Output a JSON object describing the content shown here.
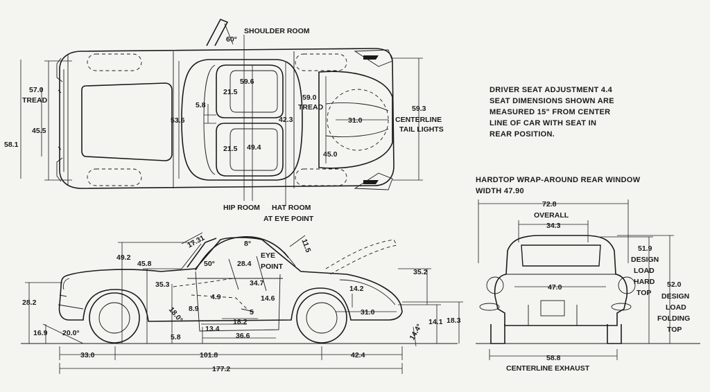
{
  "notes": {
    "driver_seat": [
      "DRIVER SEAT ADJUSTMENT 4.4",
      "SEAT DIMENSIONS SHOWN ARE",
      "MEASURED 15\" FROM CENTER",
      "LINE OF CAR WITH SEAT IN",
      "REAR POSITION."
    ],
    "hardtop": [
      "HARDTOP WRAP-AROUND REAR WINDOW",
      "WIDTH 47.90"
    ]
  },
  "top_view": {
    "shoulder_room": "SHOULDER ROOM",
    "windshield_angle": "60°",
    "front_tread_value": "57.0",
    "front_tread_label": "TREAD",
    "overall_width": "58.1",
    "inner_width": "45.5",
    "body_width": "53.6",
    "seat_offset": "5.8",
    "seat_width_top": "59.6",
    "seat_depth_top": "21.5",
    "seat_depth_bottom": "21.5",
    "hip_room_value": "49.4",
    "hat_room_value": "42.3",
    "rear_tread_value": "59.0",
    "rear_tread_label": "TREAD",
    "trunk_width": "31.0",
    "trunk_depth": "45.0",
    "tail_lights_value": "59.3",
    "tail_lights_label_1": "CENTERLINE",
    "tail_lights_label_2": "TAIL LIGHTS",
    "hip_room": "HIP ROOM",
    "hat_room_1": "HAT ROOM",
    "hat_room_2": "AT EYE POINT"
  },
  "side_view": {
    "windshield_length": "17.31",
    "top_angle": "8°",
    "windshield_height": "11.5",
    "overall_height": "49.2",
    "cowl_height": "45.8",
    "windshield_angle": "50°",
    "head_room": "28.4",
    "eye_point_1": "EYE",
    "eye_point_2": "POINT",
    "deck_height": "35.2",
    "seat_back": "35.3",
    "eye_line": "34.7",
    "body_height": "28.2",
    "hip_height": "14.6",
    "hip_offset": "4.9",
    "trunk_height": "14.2",
    "knee_height": "8.9",
    "seat_angle": "18.0°",
    "heel_height": "5",
    "seat_depth": "18.2",
    "legroom": "13.4",
    "rear_overhang_width": "31.0",
    "approach_height": "16.9",
    "approach_angle": "20.0°",
    "ground_clearance": "5.8",
    "pedal_reach": "36.6",
    "departure_angle": "14.4°",
    "rear_height": "14.1",
    "bumper_height": "18.3",
    "front_overhang": "33.0",
    "wheelbase": "101.8",
    "rear_overhang": "42.4",
    "overall_length": "177.2"
  },
  "rear_view": {
    "overall_width": "72.8",
    "overall_label": "OVERALL",
    "window_width": "34.3",
    "body_width": "47.0",
    "hardtop_height": "51.9",
    "hardtop_label": [
      "DESIGN",
      "LOAD",
      "HARD",
      "TOP"
    ],
    "folding_height": "52.0",
    "folding_label": [
      "DESIGN",
      "LOAD",
      "FOLDING",
      "TOP"
    ],
    "exhaust_width": "58.8",
    "exhaust_label": "CENTERLINE EXHAUST"
  }
}
